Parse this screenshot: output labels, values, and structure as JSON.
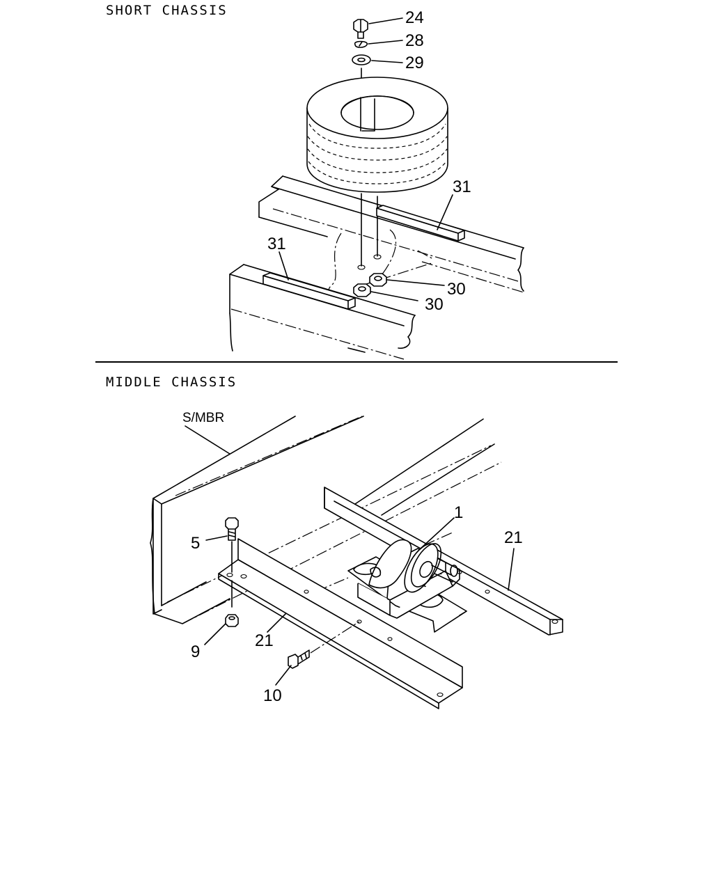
{
  "sections": {
    "short": {
      "title": "SHORT CHASSIS",
      "callouts": [
        "24",
        "28",
        "29",
        "31",
        "31",
        "30",
        "30"
      ]
    },
    "middle": {
      "title": "MIDDLE CHASSIS",
      "member_label": "S/MBR",
      "callouts": [
        "1",
        "21",
        "5",
        "9",
        "21",
        "10"
      ]
    }
  }
}
